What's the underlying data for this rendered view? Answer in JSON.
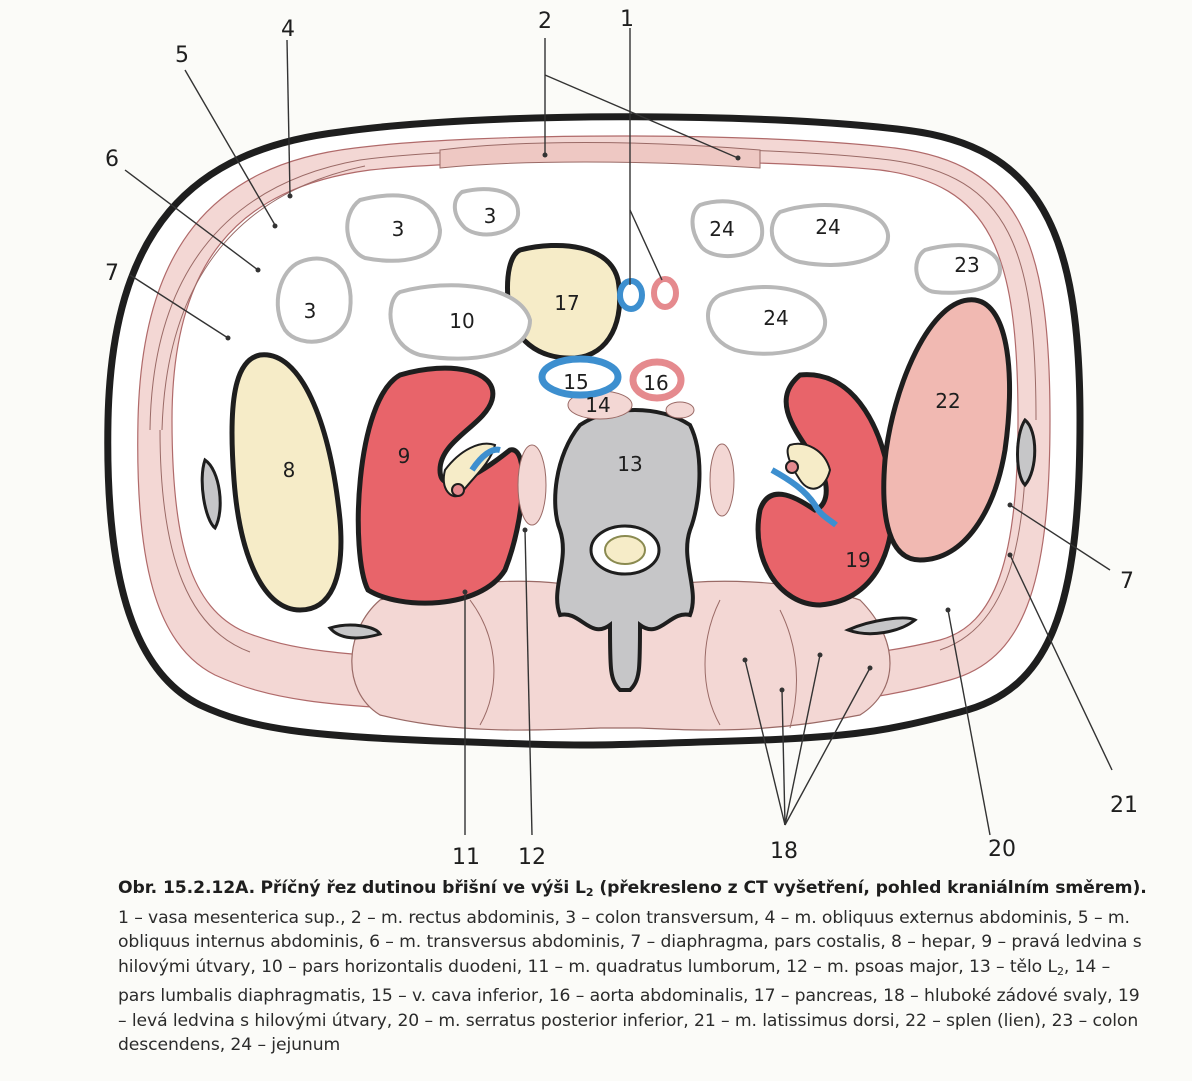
{
  "figure": {
    "callout_labels": [
      "1",
      "2",
      "3",
      "4",
      "5",
      "6",
      "7",
      "8",
      "9",
      "10",
      "11",
      "12",
      "13",
      "14",
      "15",
      "16",
      "17",
      "18",
      "19",
      "20",
      "21",
      "22",
      "23",
      "24"
    ],
    "caption": {
      "figure_number": "Obr. 15.2.12A.",
      "title_before_sub": "Příčný řez dutinou břišní ve výši L",
      "title_sub": "2",
      "title_after_sub": " (překresleno z CT vyšetření, pohled kraniálním směrem).",
      "legend_part1": " 1 – vasa mesenterica sup., 2 – m. rectus abdominis, 3 – colon transversum, 4 – m. obliquus externus abdominis, 5 – m. obliquus internus abdominis, 6 – m. transversus abdominis, 7 – diaphragma, pars costalis, 8 – hepar, 9 – pravá ledvina s hilovými útvary, 10 – pars horizontalis duodeni, 11 – m. quadratus lumborum, 12 – m. psoas major, 13 – tělo L",
      "legend_sub": "2",
      "legend_part2": ", 14 – pars lumbalis diaphragmatis, 15 – v. cava inferior, 16 – aorta abdominalis, 17 – pancreas, 18 – hluboké zádové svaly, 19 – levá ledvina s hilovými útvary, 20 – m. serratus posterior inferior, 21 – m. latissimus dorsi, 22 – splen (lien), 23 – colon descendens, 24 – jejunum"
    },
    "colors": {
      "outline": "#1e1e1e",
      "muscle": "#f3d7d4",
      "kidney": "#e8646a",
      "liver": "#f6ecc8",
      "spleen": "#f1b9b2",
      "bone": "#c6c6c8",
      "vein": "#3d8fcf",
      "artery": "#e58a8e",
      "bowel_stroke": "#b8b8b8",
      "background": "#fbfbf8"
    }
  }
}
